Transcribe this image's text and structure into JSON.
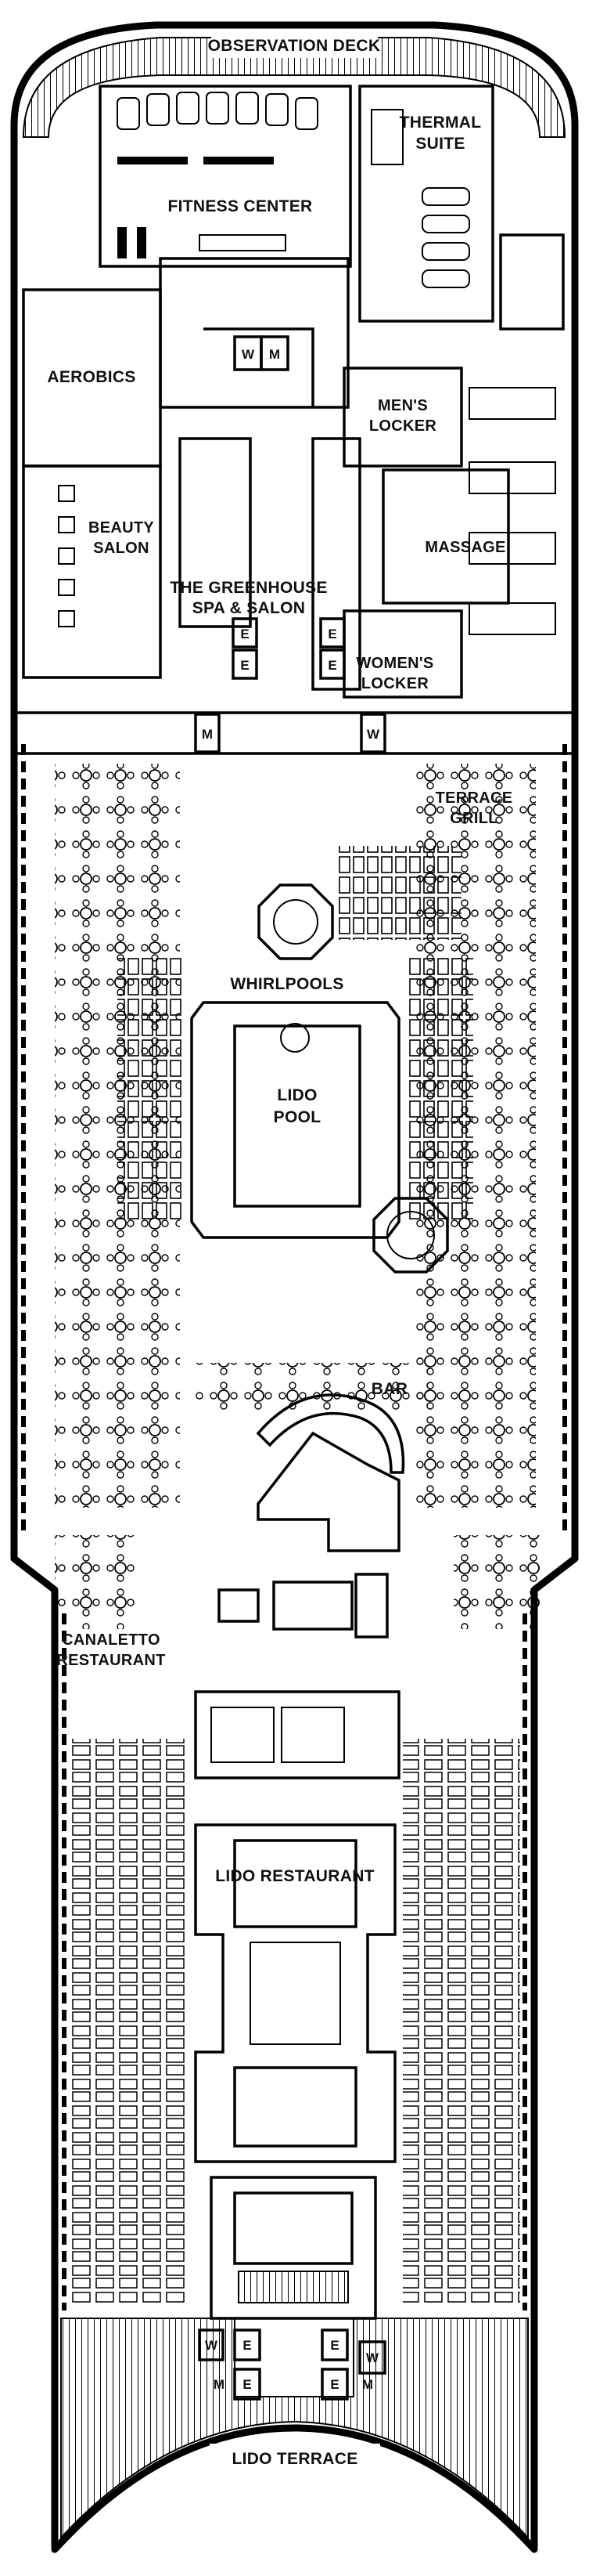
{
  "deck": {
    "areas": {
      "observation_deck": "OBSERVATION DECK",
      "thermal_suite_1": "THERMAL",
      "thermal_suite_2": "SUITE",
      "fitness_center": "FITNESS CENTER",
      "aerobics": "AEROBICS",
      "mens_locker_1": "MEN'S",
      "mens_locker_2": "LOCKER",
      "massage": "MASSAGE",
      "beauty_salon_1": "BEAUTY",
      "beauty_salon_2": "SALON",
      "greenhouse_1": "THE GREENHOUSE",
      "greenhouse_2": "SPA & SALON",
      "womens_locker_1": "WOMEN'S",
      "womens_locker_2": "LOCKER",
      "terrace_grill_1": "TERRACE",
      "terrace_grill_2": "GRILL",
      "whirlpools": "WHIRLPOOLS",
      "lido_pool_1": "LIDO",
      "lido_pool_2": "POOL",
      "bar": "BAR",
      "canaletto_1": "CANALETTO",
      "canaletto_2": "RESTAURANT",
      "lido_restaurant": "LIDO RESTAURANT",
      "lido_terrace": "LIDO TERRACE"
    },
    "symbols": {
      "women": "W",
      "men": "M",
      "elevator": "E"
    },
    "colors": {
      "ink": "#000000",
      "background": "#ffffff"
    }
  }
}
